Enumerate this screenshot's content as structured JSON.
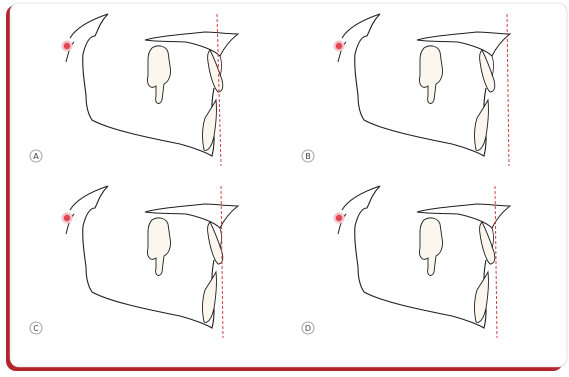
{
  "figure": {
    "colors": {
      "frame_accent": "#b5242b",
      "panel_bg": "#ffffff",
      "outline": "#1f1f1f",
      "tooth_fill": "#fbf7ef",
      "reference_line": "#d0403f",
      "marker": "#e0474f",
      "marker_halo": "#f6c4c7",
      "label_circle": "#8a8a8a"
    },
    "icons": {
      "marker": "red-dot-marker",
      "reference": "dashed-vertical-line"
    },
    "panels": [
      {
        "label": "A"
      },
      {
        "label": "B"
      },
      {
        "label": "C"
      },
      {
        "label": "D"
      }
    ]
  }
}
